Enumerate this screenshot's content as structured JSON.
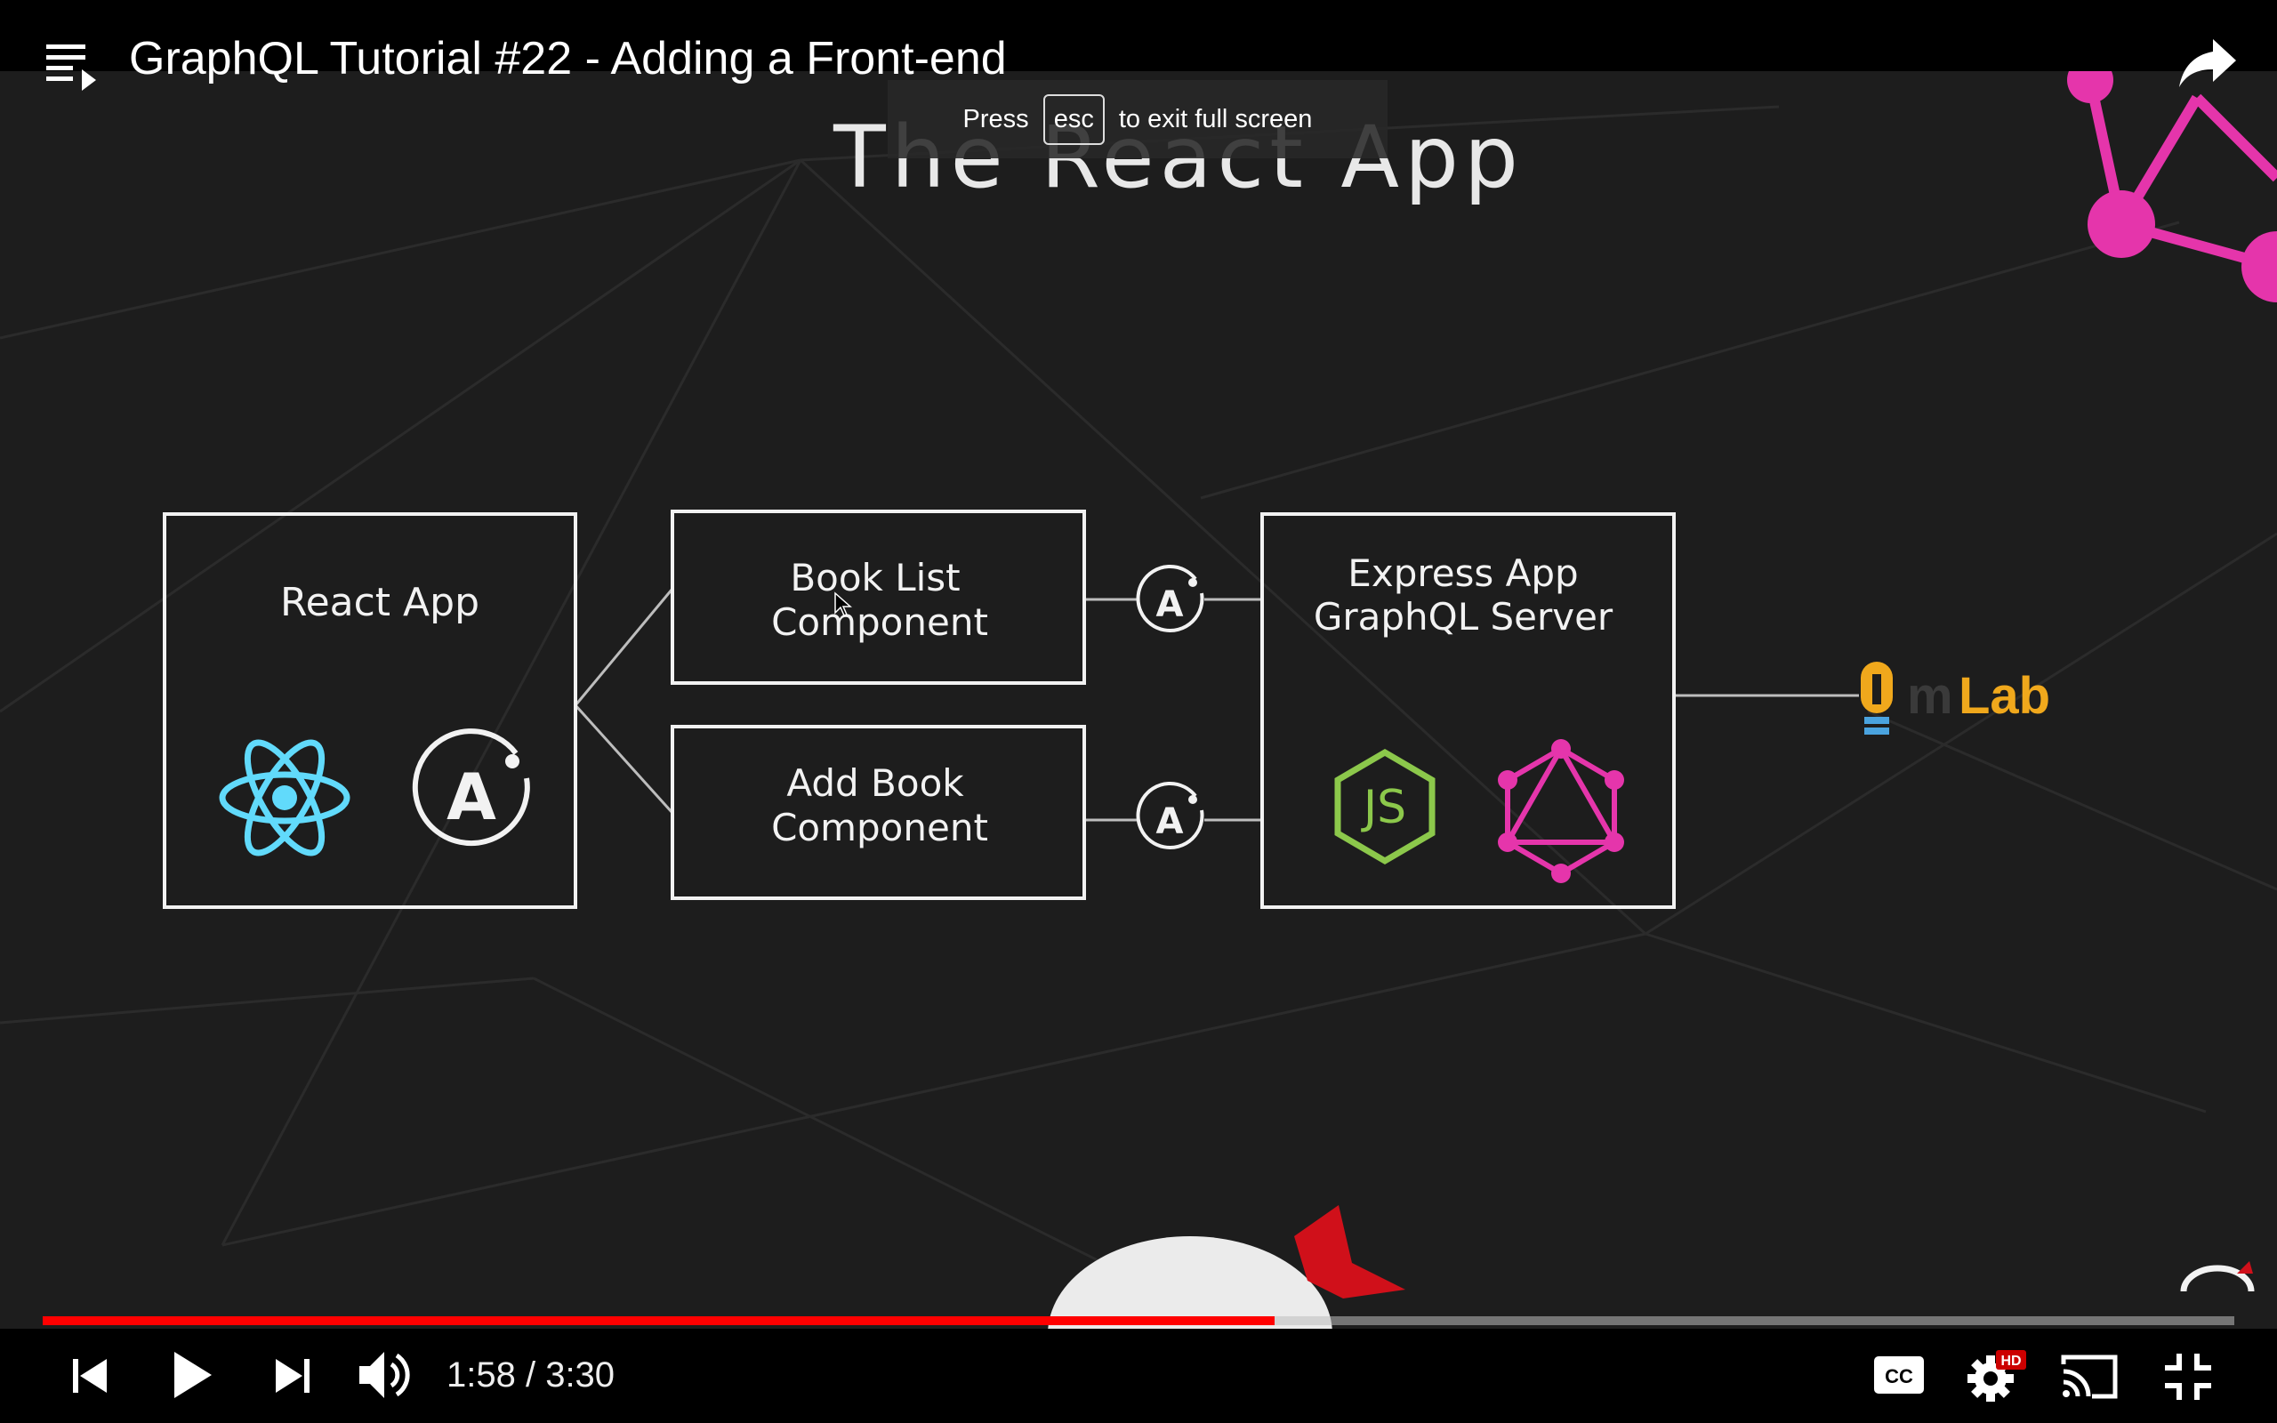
{
  "window": {
    "video_title": "GraphQL Tutorial #22 - Adding a Front-end"
  },
  "fullscreen_notice": {
    "press": "Press",
    "key": "esc",
    "suffix": "to exit full screen"
  },
  "slide": {
    "title": "The React App",
    "react_app_box": "React App",
    "book_list_line1": "Book List",
    "book_list_line2": "Component",
    "add_book_line1": "Add Book",
    "add_book_line2": "Component",
    "express_line1": "Express App",
    "express_line2": "GraphQL Server",
    "apollo_letter": "A",
    "mlab_prefix": "m",
    "mlab_suffix": "Lab",
    "node_label": "JS",
    "colors": {
      "react": "#61dafb",
      "node": "#8cc84b",
      "graphql": "#e535ab",
      "mlab": "#f0a81c"
    }
  },
  "player": {
    "time_display": "1:58 / 3:30",
    "progress_played": 0.562,
    "progress_buffered": 0.562,
    "settings_badge": "HD",
    "colors": {
      "played": "#ff0000"
    }
  }
}
